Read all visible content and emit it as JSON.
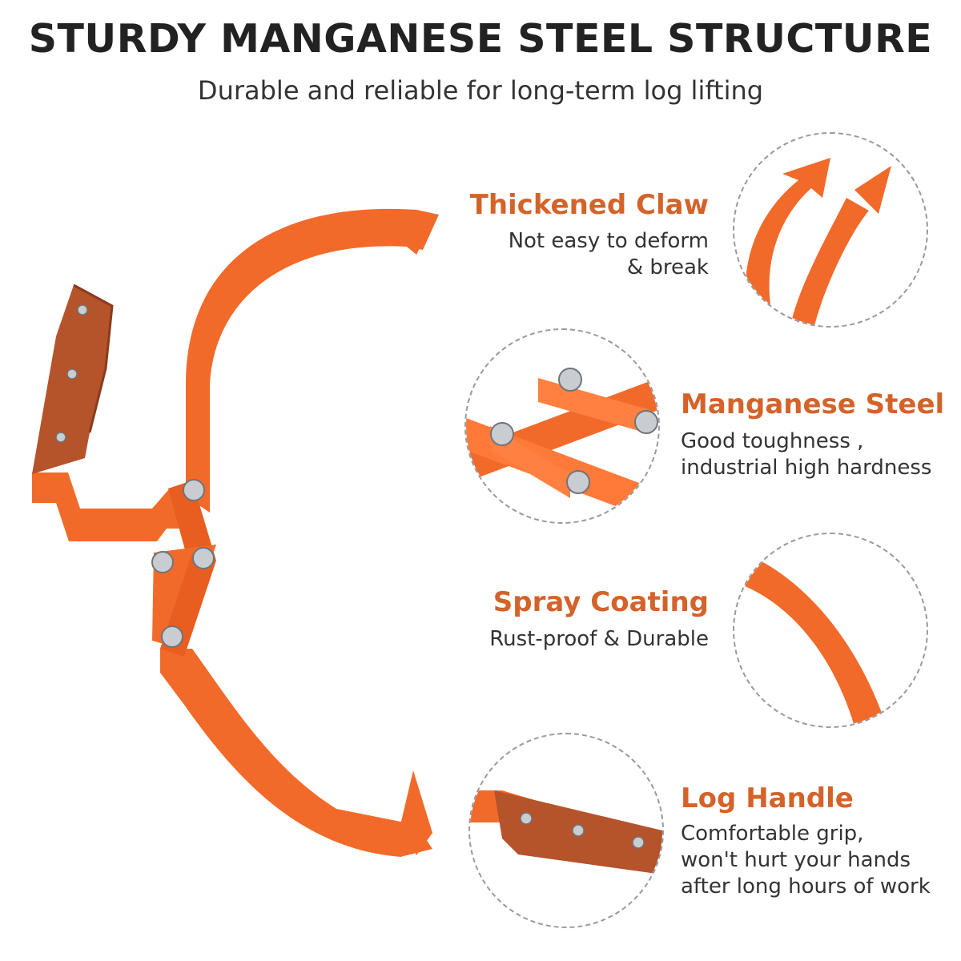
{
  "header": {
    "title": "STURDY MANGANESE STEEL STRUCTURE",
    "subtitle": "Durable and reliable for long-term log lifting"
  },
  "features": [
    {
      "title": "Thickened Claw",
      "description": [
        "Not easy to deform",
        "& break"
      ]
    },
    {
      "title": "Manganese Steel",
      "description": [
        "Good toughness ,",
        "industrial high hardness"
      ]
    },
    {
      "title": "Spray Coating",
      "description": [
        "Rust-proof & Durable"
      ]
    },
    {
      "title": "Log Handle",
      "description": [
        "Comfortable grip,",
        "won't hurt your hands",
        "after long hours of work"
      ]
    }
  ],
  "colors": {
    "steel_orange": "#f26a2a",
    "wood_handle": "#b5532b",
    "title_accent": "#d4632a",
    "bolt_silver": "#c9cdd2"
  },
  "icons": [
    "log-tongs-illustration",
    "claw-detail-image",
    "bolt-joint-detail-image",
    "coating-detail-image",
    "handle-detail-image"
  ]
}
